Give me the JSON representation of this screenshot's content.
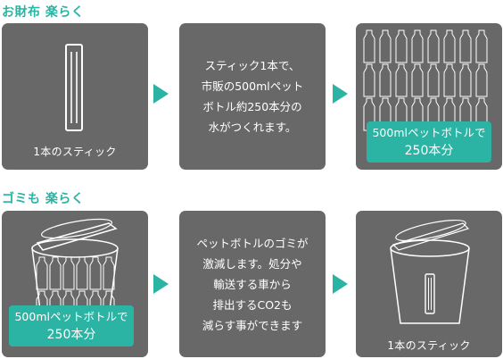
{
  "section1": {
    "heading": "お財布 楽らく",
    "box1_label": "1本のスティック",
    "box2_text": "スティック1本で、\n市販の500mlペット\nボトル約250本分の\n水がつくれます。",
    "box3_badge_line1": "500mlペットボトルで",
    "box3_badge_line2": "250本分"
  },
  "section2": {
    "heading": "ゴミも 楽らく",
    "box1_badge_line1": "500mlペットボトルで",
    "box1_badge_line2": "250本分",
    "box2_text": "ペットボトルのゴミが\n激減します。処分や\n輸送する車から\n排出するCO2も\n減らす事ができます",
    "box3_label": "1本のスティック"
  },
  "colors": {
    "accent": "#2bb3a3",
    "box": "#686868"
  },
  "icons": [
    "stick-icon",
    "bottles-icon",
    "trash-bin-icon",
    "arrow-right-icon"
  ]
}
